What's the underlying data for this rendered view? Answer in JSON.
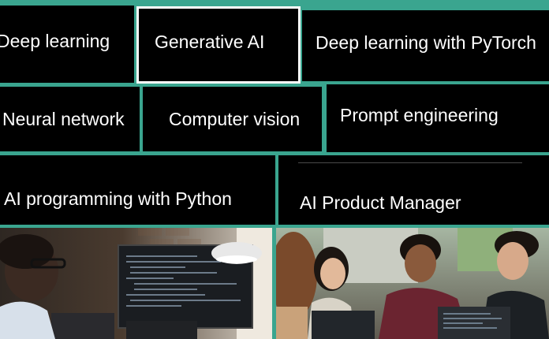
{
  "tiles": [
    {
      "label": "Deep learning"
    },
    {
      "label": "Generative AI"
    },
    {
      "label": "Deep learning with PyTorch"
    },
    {
      "label": "Neural network"
    },
    {
      "label": "Computer vision"
    },
    {
      "label": "Prompt engineering"
    },
    {
      "label": "AI programming with Python"
    },
    {
      "label": "AI Product Manager"
    }
  ],
  "colors": {
    "accent": "#3aa58f",
    "tile": "#000000",
    "text": "#ffffff"
  },
  "images": [
    {
      "icon": "photo-developer-at-monitors"
    },
    {
      "icon": "photo-students-with-laptops"
    }
  ]
}
